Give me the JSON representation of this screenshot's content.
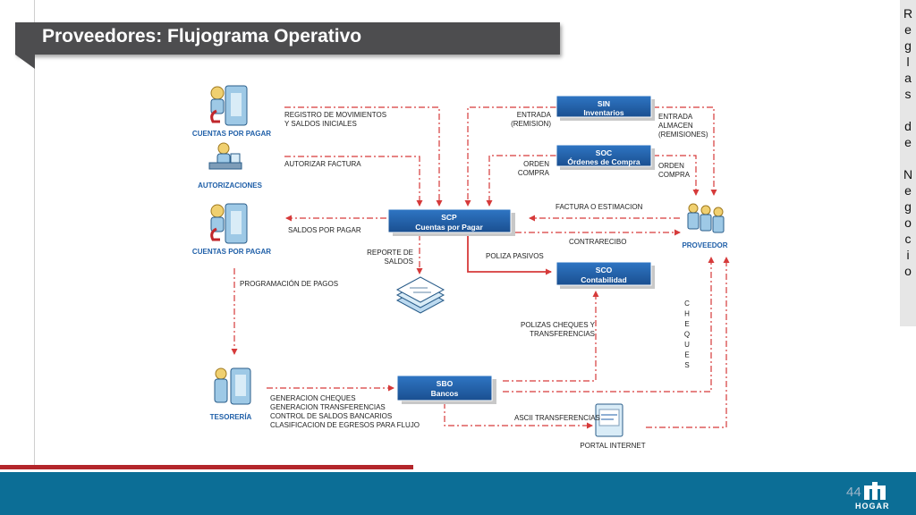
{
  "header": {
    "title": "Proveedores: Flujograma Operativo"
  },
  "side_label": {
    "letters": [
      "R",
      "e",
      "g",
      "l",
      "a",
      "s",
      " ",
      "d",
      "e",
      " ",
      "N",
      "e",
      "g",
      "o",
      "c",
      "i",
      "o"
    ]
  },
  "footer": {
    "page_number": "44",
    "logo_text": "HOGAR"
  },
  "roles": {
    "cuentas_por_pagar_1": "CUENTAS POR PAGAR",
    "autorizaciones": "AUTORIZACIONES",
    "cuentas_por_pagar_2": "CUENTAS POR PAGAR",
    "tesoreria": "TESORERÍA",
    "proveedor": "PROVEEDOR",
    "portal_internet": "PORTAL INTERNET"
  },
  "systems": {
    "sin": {
      "code": "SIN",
      "name": "Inventarios"
    },
    "soc": {
      "code": "SOC",
      "name": "Órdenes de Compra"
    },
    "scp": {
      "code": "SCP",
      "name": "Cuentas por Pagar"
    },
    "sco": {
      "code": "SCO",
      "name": "Contabilidad"
    },
    "sbo": {
      "code": "SBO",
      "name": "Bancos"
    }
  },
  "flows": {
    "registro_1": "REGISTRO DE MOVIMIENTOS",
    "registro_2": "Y SALDOS INICIALES",
    "autorizar": "AUTORIZAR FACTURA",
    "saldos": "SALDOS POR PAGAR",
    "reporte_1": "REPORTE DE",
    "reporte_2": "SALDOS",
    "programacion": "PROGRAMACIÓN DE PAGOS",
    "entrada_1": "ENTRADA",
    "entrada_2": "(REMISION)",
    "entrada_alm_1": "ENTRADA",
    "entrada_alm_2": "ALMACEN",
    "entrada_alm_3": "(REMISIONES)",
    "orden_1": "ORDEN",
    "orden_2": "COMPRA",
    "orden_p_1": "ORDEN",
    "orden_p_2": "COMPRA",
    "factura": "FACTURA  O ESTIMACION",
    "contrarecibo": "CONTRARECIBO",
    "poliza": "POLIZA PASIVOS",
    "polizas_cheques_1": "POLIZAS CHEQUES Y",
    "polizas_cheques_2": "TRANSFERENCIAS",
    "cheques_letters": [
      "C",
      "H",
      "E",
      "Q",
      "U",
      "E",
      "S"
    ],
    "gen_1": "GENERACION CHEQUES",
    "gen_2": "GENERACION TRANSFERENCIAS",
    "gen_3": "CONTROL DE SALDOS BANCARIOS",
    "gen_4": "CLASIFICACION DE EGRESOS PARA FLUJO",
    "ascii": "ASCII TRANSFERENCIAS"
  },
  "colors": {
    "flow_red": "#d63a3a",
    "box_blue": "#1f5fa8",
    "title_gray": "#4d4d4f",
    "footer_blue": "#0c6e96"
  }
}
